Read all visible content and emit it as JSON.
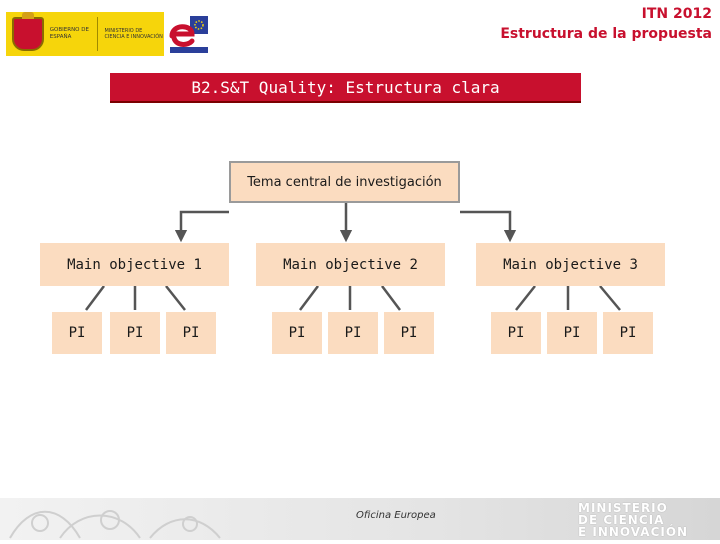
{
  "header": {
    "ministerio_logo_text": "GOBIERNO DE ESPAÑA",
    "ministerio_sub_text": "MINISTERIO DE CIENCIA E INNOVACIÓN",
    "title_line1": "ITN 2012",
    "title_line2": "Estructura de la propuesta"
  },
  "banner": {
    "text": "B2.S&T Quality: Estructura clara"
  },
  "diagram": {
    "central": "Tema central de investigación",
    "objectives": [
      "Main objective 1",
      "Main objective 2",
      "Main objective 3"
    ],
    "pi_label": "PI"
  },
  "footer": {
    "center": "Oficina Europea",
    "right_line1": "MINISTERIO",
    "right_line2": "DE CIENCIA",
    "right_line3": "E INNOVACIÓN"
  },
  "colors": {
    "accent": "#c8102e",
    "box_fill": "#fbdcc0",
    "line": "#555555"
  }
}
